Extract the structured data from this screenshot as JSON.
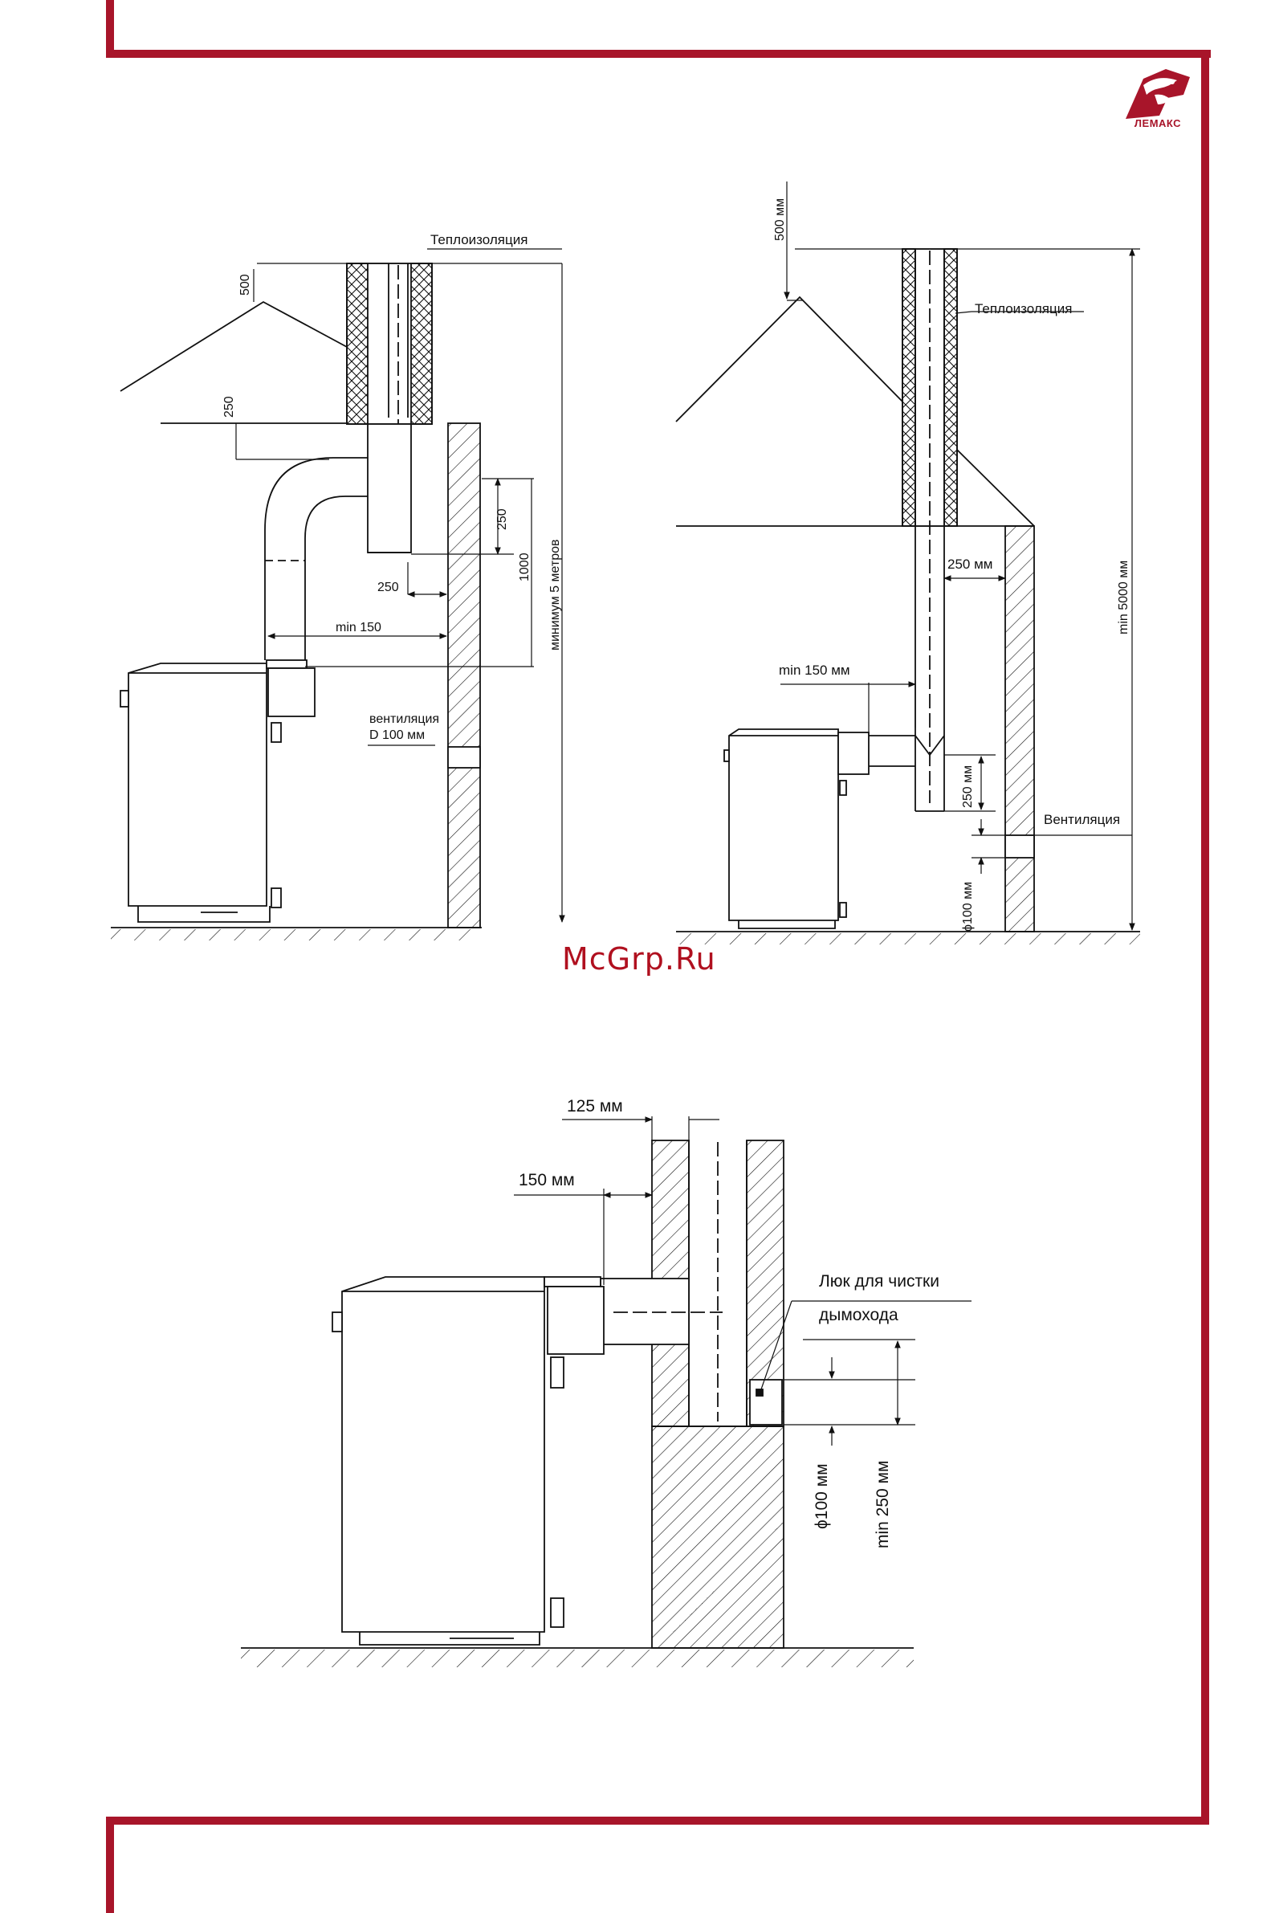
{
  "logo": {
    "text": "ЛЕМАКС",
    "icon": "lion-logo-icon",
    "color": "#a8152a"
  },
  "watermark": "McGrp.Ru",
  "colors": {
    "frame": "#a8152a",
    "line": "#111111"
  },
  "diagram1": {
    "insulation": "Теплоизоляция",
    "dim_500": "500",
    "dim_250_roof": "250",
    "dim_250_vertical": "250",
    "dim_1000": "1000",
    "dim_250_horizontal": "250",
    "min_150": "min 150",
    "min_height": "минимум 5 метров",
    "ventilation_line1": "вентиляция",
    "ventilation_line2": "D 100 мм"
  },
  "diagram2": {
    "dim_500": "500 мм",
    "insulation": "Теплоизоляция",
    "dim_250_wall": "250 мм",
    "min_5000": "min 5000 мм",
    "min_150": "min 150 мм",
    "dim_250_vertical": "250 мм",
    "ventilation": "Вентиляция",
    "phi_100": "ϕ100 мм"
  },
  "diagram3": {
    "dim_125": "125 мм",
    "dim_150": "150 мм",
    "hatch_line1": "Люк для чистки",
    "hatch_line2": "дымохода",
    "phi_100": "ϕ100 мм",
    "min_250": "min 250 мм"
  }
}
